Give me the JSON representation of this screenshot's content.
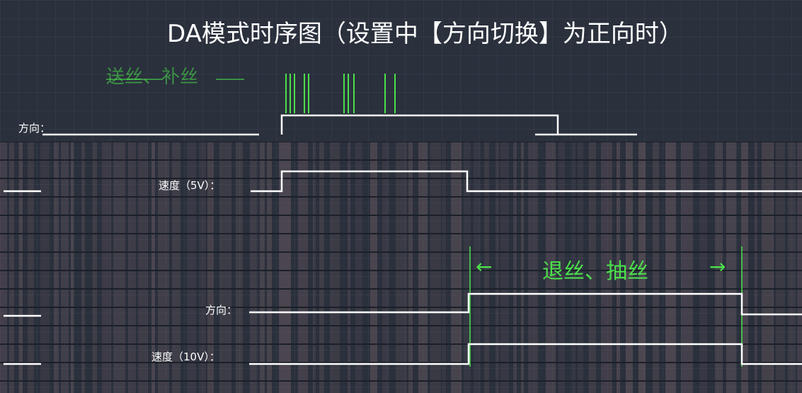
{
  "title": "DA模式时序图（设置中【方向切换】为正向时）",
  "colors": {
    "background": "#2a303c",
    "signal": "#ffffff",
    "annotation": "#4be04b",
    "texture": "#6b5a62"
  },
  "forward": {
    "label": "送丝、补丝",
    "direction_label": "方向：",
    "speed_label": "速度（5V）："
  },
  "reverse": {
    "label": "退丝、抽丝",
    "direction_label": "方向：",
    "speed_label": "速度（10V）："
  },
  "arrows": {
    "left": "←",
    "right": "→"
  }
}
